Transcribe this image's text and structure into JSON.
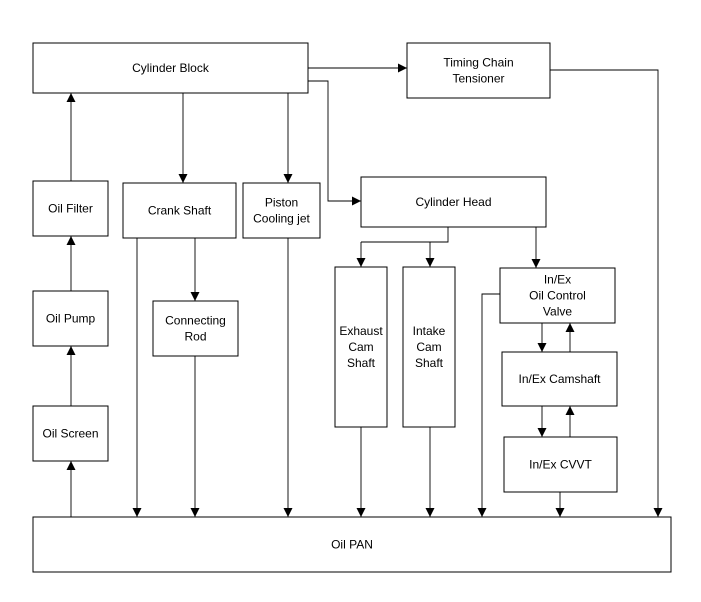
{
  "diagram": {
    "nodes": {
      "cylinder_block": {
        "lines": [
          "Cylinder Block"
        ]
      },
      "timing_chain": {
        "lines": [
          "Timing Chain",
          "Tensioner"
        ]
      },
      "oil_filter": {
        "lines": [
          "Oil Filter"
        ]
      },
      "crank_shaft": {
        "lines": [
          "Crank Shaft"
        ]
      },
      "piston_jet": {
        "lines": [
          "Piston",
          "Cooling jet"
        ]
      },
      "cylinder_head": {
        "lines": [
          "Cylinder Head"
        ]
      },
      "oil_pump": {
        "lines": [
          "Oil Pump"
        ]
      },
      "connecting_rod": {
        "lines": [
          "Connecting",
          "Rod"
        ]
      },
      "exhaust_cam": {
        "lines": [
          "Exhaust",
          "Cam",
          "Shaft"
        ]
      },
      "intake_cam": {
        "lines": [
          "Intake",
          "Cam",
          "Shaft"
        ]
      },
      "ocv": {
        "lines": [
          "In/Ex",
          "Oil Control",
          "Valve"
        ]
      },
      "camshaft": {
        "lines": [
          "In/Ex Camshaft"
        ]
      },
      "cvvt": {
        "lines": [
          "In/Ex CVVT"
        ]
      },
      "oil_screen": {
        "lines": [
          "Oil Screen"
        ]
      },
      "oil_pan": {
        "lines": [
          "Oil PAN"
        ]
      }
    }
  }
}
